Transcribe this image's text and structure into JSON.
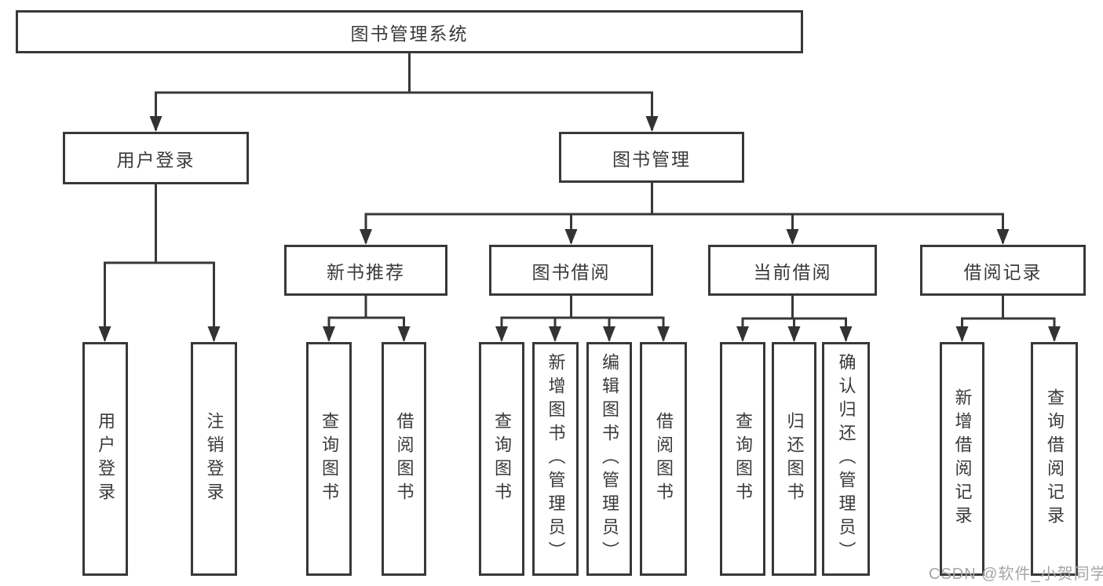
{
  "tree": {
    "root": {
      "label": "图书管理系统",
      "children": [
        {
          "label": "用户登录",
          "children": [
            {
              "label": "用户登录"
            },
            {
              "label": "注销登录"
            }
          ]
        },
        {
          "label": "图书管理",
          "children": [
            {
              "label": "新书推荐",
              "children": [
                {
                  "label": "查询图书"
                },
                {
                  "label": "借阅图书"
                }
              ]
            },
            {
              "label": "图书借阅",
              "children": [
                {
                  "label": "查询图书"
                },
                {
                  "label": "新增图书（管理员）"
                },
                {
                  "label": "编辑图书（管理员）"
                },
                {
                  "label": "借阅图书"
                }
              ]
            },
            {
              "label": "当前借阅",
              "children": [
                {
                  "label": "查询图书"
                },
                {
                  "label": "归还图书"
                },
                {
                  "label": "确认归还（管理员）"
                }
              ]
            },
            {
              "label": "借阅记录",
              "children": [
                {
                  "label": "新增借阅记录"
                },
                {
                  "label": "查询借阅记录"
                }
              ]
            }
          ]
        }
      ]
    }
  },
  "watermark": {
    "text": "CSDN @软件_小贺同学",
    "color": "#a6a6a6"
  },
  "colors": {
    "line": "#383838",
    "box_border": "#383838",
    "box_fill": "#ffffff",
    "text": "#3a3a3a",
    "background": "#ffffff"
  }
}
